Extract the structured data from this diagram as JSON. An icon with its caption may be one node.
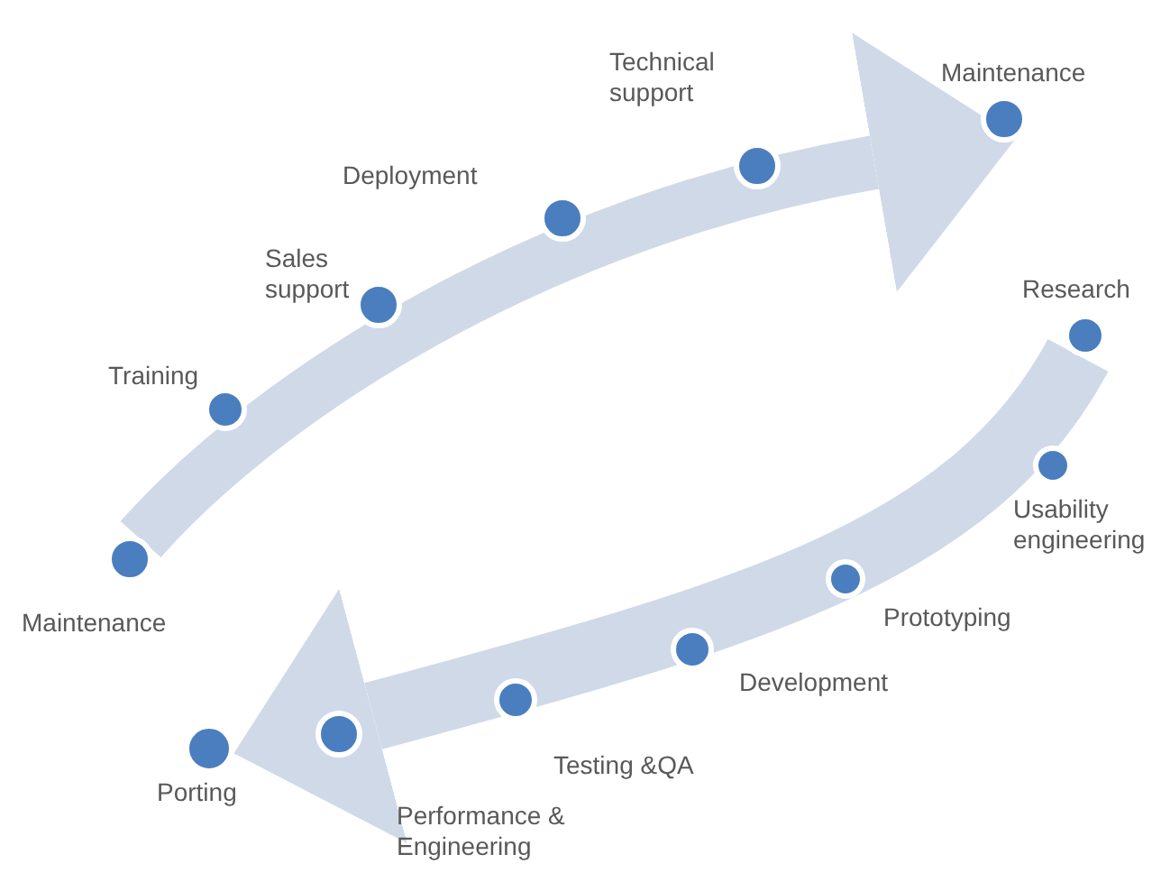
{
  "diagram": {
    "nodes": [
      {
        "text": [],
        "shape": "circle",
        "beside": [
          "Maintenance"
        ]
      },
      {
        "text": [],
        "shape": "circle",
        "beside": [
          "Training"
        ]
      },
      {
        "text": [],
        "shape": "circle",
        "beside": [
          "Sales support"
        ]
      },
      {
        "text": [],
        "shape": "circle",
        "beside": [
          "Deployment"
        ]
      },
      {
        "text": [],
        "shape": "circle",
        "beside": [
          "Technical support"
        ]
      },
      {
        "text": [],
        "shape": "circle",
        "beside": [
          "Maintenance"
        ]
      },
      {
        "text": [],
        "shape": "circle",
        "beside": [
          "Research"
        ]
      },
      {
        "text": [],
        "shape": "circle",
        "beside": [
          "Usability engineering"
        ]
      },
      {
        "text": [],
        "shape": "circle",
        "beside": [
          "Prototyping"
        ]
      },
      {
        "text": [],
        "shape": "circle",
        "beside": [
          "Development"
        ]
      },
      {
        "text": [],
        "shape": "circle",
        "beside": [
          "Testing &QA"
        ]
      },
      {
        "text": [],
        "shape": "circle",
        "beside": [
          "Performance & Engineering"
        ]
      },
      {
        "text": [],
        "shape": "circle",
        "beside": [
          "Porting"
        ]
      }
    ],
    "edges": [
      {
        "from": 0,
        "to": 5,
        "arrow": "to"
      },
      {
        "from": 6,
        "to": 12,
        "arrow": "to"
      }
    ]
  }
}
